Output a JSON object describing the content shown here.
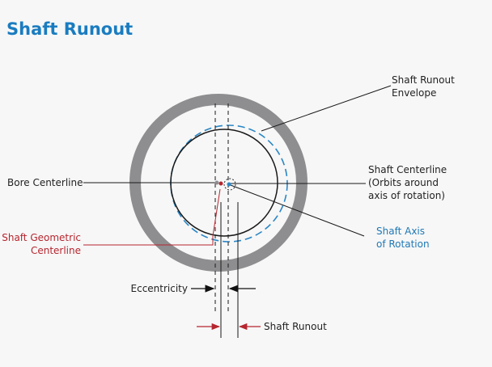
{
  "title": "Shaft Runout",
  "labels": {
    "envelope": [
      "Shaft Runout",
      "Envelope"
    ],
    "bore_centerline": "Bore Centerline",
    "shaft_centerline": [
      "Shaft Centerline",
      "(Orbits around",
      "axis of rotation)"
    ],
    "shaft_geometric_centerline": [
      "Shaft Geometric",
      "Centerline"
    ],
    "shaft_axis_of_rotation": [
      "Shaft Axis",
      "of Rotation"
    ],
    "eccentricity": "Eccentricity",
    "shaft_runout": "Shaft Runout"
  },
  "colors": {
    "title": "#1a7cc0",
    "bore_ring": "#8e8e90",
    "shaft": "#1a1a1a",
    "envelope": "#2a86c6",
    "geometric_centerline": "#b5262f",
    "label_dark": "#222222",
    "label_red": "#b5262f",
    "label_blue": "#1f78b4"
  }
}
